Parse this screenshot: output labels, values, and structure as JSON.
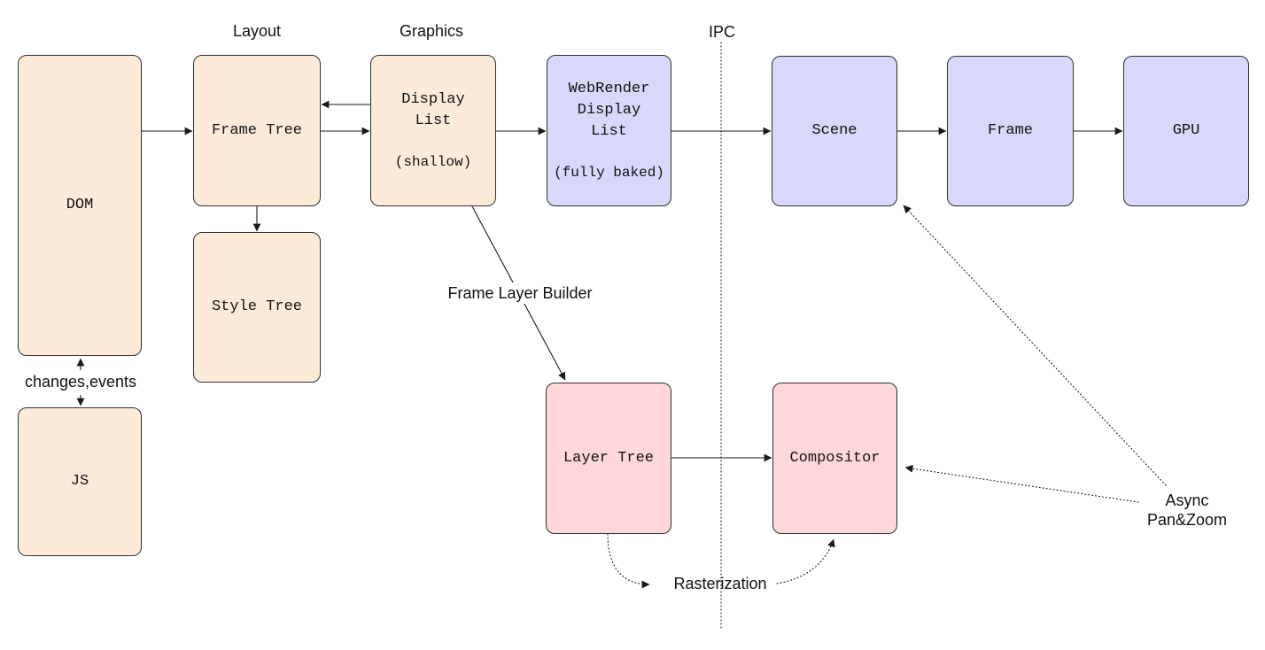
{
  "colors": {
    "gecko_fill": "#fdebd9",
    "webrender_fill": "#d8d8fa",
    "layers_fill": "#ffd7da",
    "line": "#1a1a1a",
    "background": "#ffffff"
  },
  "boxes": {
    "dom": {
      "label": "DOM"
    },
    "js": {
      "label": "JS"
    },
    "frame_tree": {
      "label": "Frame Tree"
    },
    "style_tree": {
      "label": "Style Tree"
    },
    "display_list": {
      "label": "Display\nList",
      "sublabel": "(shallow)"
    },
    "webrender_display_list": {
      "label": "WebRender\nDisplay\nList",
      "sublabel": "(fully baked)"
    },
    "scene": {
      "label": "Scene"
    },
    "frame": {
      "label": "Frame"
    },
    "gpu": {
      "label": "GPU"
    },
    "layer_tree": {
      "label": "Layer Tree"
    },
    "compositor": {
      "label": "Compositor"
    }
  },
  "labels": {
    "layout": "Layout",
    "graphics": "Graphics",
    "ipc": "IPC",
    "changes_events": "changes,events",
    "frame_layer_builder": "Frame Layer Builder",
    "rasterization": "Rasterization",
    "async_pan_zoom": "Async\nPan&Zoom"
  },
  "edges": [
    {
      "from": "DOM",
      "to": "Frame Tree",
      "style": "solid"
    },
    {
      "from": "Frame Tree",
      "to": "Display List",
      "style": "solid"
    },
    {
      "from": "Display List",
      "to": "Frame Tree",
      "style": "solid"
    },
    {
      "from": "Display List",
      "to": "WebRender Display List",
      "style": "solid"
    },
    {
      "from": "WebRender Display List",
      "to": "Scene",
      "style": "solid"
    },
    {
      "from": "Scene",
      "to": "Frame",
      "style": "solid"
    },
    {
      "from": "Frame",
      "to": "GPU",
      "style": "solid"
    },
    {
      "from": "Frame Tree",
      "to": "Style Tree",
      "style": "solid"
    },
    {
      "from": "DOM",
      "to": "JS",
      "style": "solid-bidirectional",
      "label": "changes,events"
    },
    {
      "from": "Display List",
      "to": "Layer Tree",
      "style": "solid",
      "label": "Frame Layer Builder"
    },
    {
      "from": "Layer Tree",
      "to": "Compositor",
      "style": "solid"
    },
    {
      "from": "Layer Tree",
      "to": "Compositor",
      "style": "dotted-curved",
      "label": "Rasterization"
    },
    {
      "from": "Async Pan&Zoom",
      "to": "Scene",
      "style": "dotted"
    },
    {
      "from": "Async Pan&Zoom",
      "to": "Compositor",
      "style": "dotted"
    }
  ]
}
